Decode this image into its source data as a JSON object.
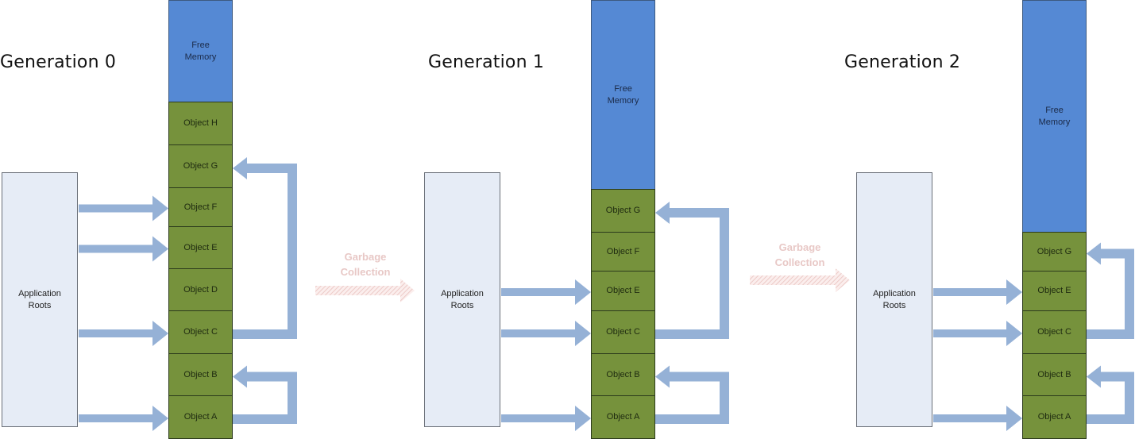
{
  "colors": {
    "free_memory": "#5589d4",
    "object": "#76923c",
    "roots_box": "#e6ecf6",
    "reference_arrow": "#95b1d6",
    "gc_arrow": "#f2d7d5",
    "gc_text": "#e8c8c6"
  },
  "generations": [
    {
      "title": "Generation 0",
      "roots_label": "Application Roots",
      "free_memory_label": "Free Memory",
      "objects": [
        "Object H",
        "Object G",
        "Object F",
        "Object E",
        "Object D",
        "Object C",
        "Object B",
        "Object A"
      ],
      "root_references": [
        "Object F",
        "Object E",
        "Object C",
        "Object A"
      ],
      "object_references": [
        {
          "from": "Object C",
          "to": "Object G"
        },
        {
          "from": "Object A",
          "to": "Object B"
        }
      ]
    },
    {
      "title": "Generation 1",
      "roots_label": "Application Roots",
      "free_memory_label": "Free Memory",
      "objects": [
        "Object G",
        "Object F",
        "Object E",
        "Object C",
        "Object B",
        "Object A"
      ],
      "root_references": [
        "Object E",
        "Object C",
        "Object A"
      ],
      "object_references": [
        {
          "from": "Object C",
          "to": "Object G"
        },
        {
          "from": "Object A",
          "to": "Object B"
        }
      ]
    },
    {
      "title": "Generation 2",
      "roots_label": "Application Roots",
      "free_memory_label": "Free Memory",
      "objects": [
        "Object G",
        "Object E",
        "Object C",
        "Object B",
        "Object A"
      ],
      "root_references": [
        "Object E",
        "Object C",
        "Object A"
      ],
      "object_references": [
        {
          "from": "Object C",
          "to": "Object G"
        },
        {
          "from": "Object A",
          "to": "Object B"
        }
      ]
    }
  ],
  "transitions": [
    {
      "label": "Garbage Collection"
    },
    {
      "label": "Garbage Collection"
    }
  ]
}
